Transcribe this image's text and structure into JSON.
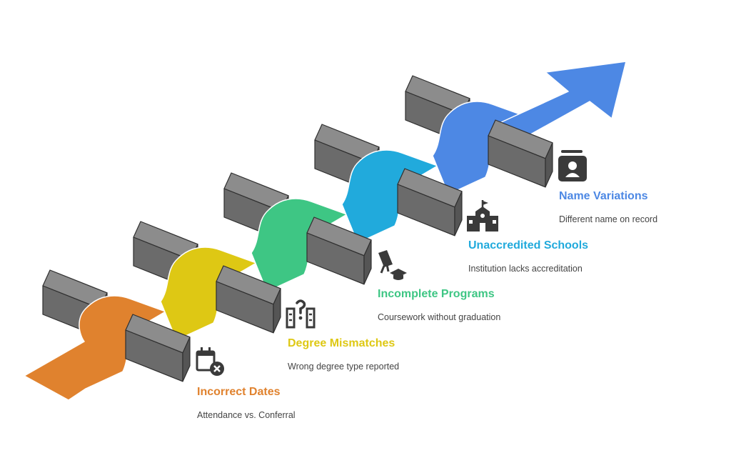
{
  "steps": [
    {
      "title": "Incorrect Dates",
      "description": "Attendance vs. Conferral",
      "color": "#E0822E",
      "icon": "calendar-x-icon"
    },
    {
      "title": "Degree Mismatches",
      "description": "Wrong degree type reported",
      "color": "#DEC814",
      "icon": "degree-question-icon"
    },
    {
      "title": "Incomplete Programs",
      "description": "Coursework without graduation",
      "color": "#3EC684",
      "icon": "diploma-cap-icon"
    },
    {
      "title": "Unaccredited Schools",
      "description": "Institution lacks accreditation",
      "color": "#21AADC",
      "icon": "school-building-icon"
    },
    {
      "title": "Name Variations",
      "description": "Different name on record",
      "color": "#4D88E4",
      "icon": "id-badge-icon"
    }
  ],
  "colors": {
    "block_front": "#6B6B6B",
    "block_top": "#8C8C8C",
    "block_side": "#555555",
    "block_stroke": "#2F2F2F",
    "icon": "#3A3A3A"
  }
}
